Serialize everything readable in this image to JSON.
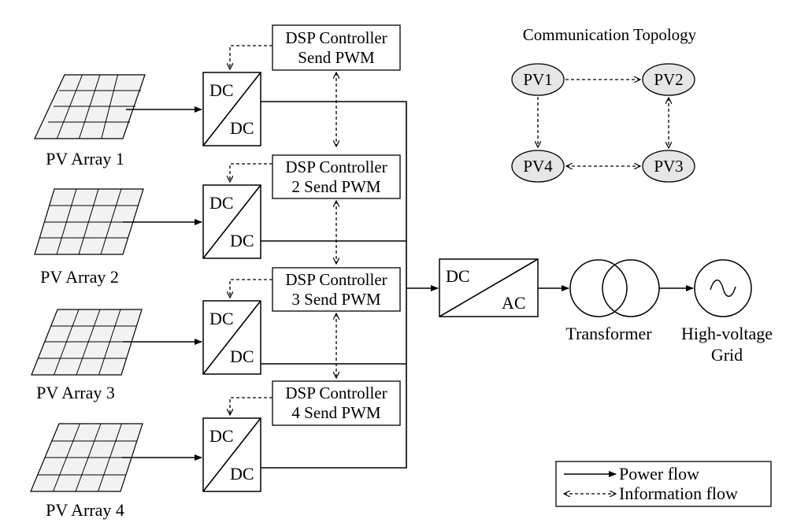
{
  "pv_arrays": [
    "PV Array 1",
    "PV Array 2",
    "PV Array 3",
    "PV Array 4"
  ],
  "dcdc": {
    "top": "DC",
    "bottom": "DC"
  },
  "dsp_controllers": [
    {
      "line1": "DSP Controller",
      "line2": "Send PWM"
    },
    {
      "line1": "DSP Controller",
      "line2": "2 Send PWM"
    },
    {
      "line1": "DSP Controller",
      "line2": "3 Send PWM"
    },
    {
      "line1": "DSP Controller",
      "line2": "4 Send PWM"
    }
  ],
  "inverter": {
    "top": "DC",
    "bottom": "AC"
  },
  "transformer_label": "Transformer",
  "grid": {
    "line1": "High-voltage",
    "line2": "Grid"
  },
  "topology": {
    "title": "Communication Topology",
    "nodes": [
      "PV1",
      "PV2",
      "PV3",
      "PV4"
    ]
  },
  "legend": {
    "power": "Power flow",
    "information": "Information flow"
  }
}
